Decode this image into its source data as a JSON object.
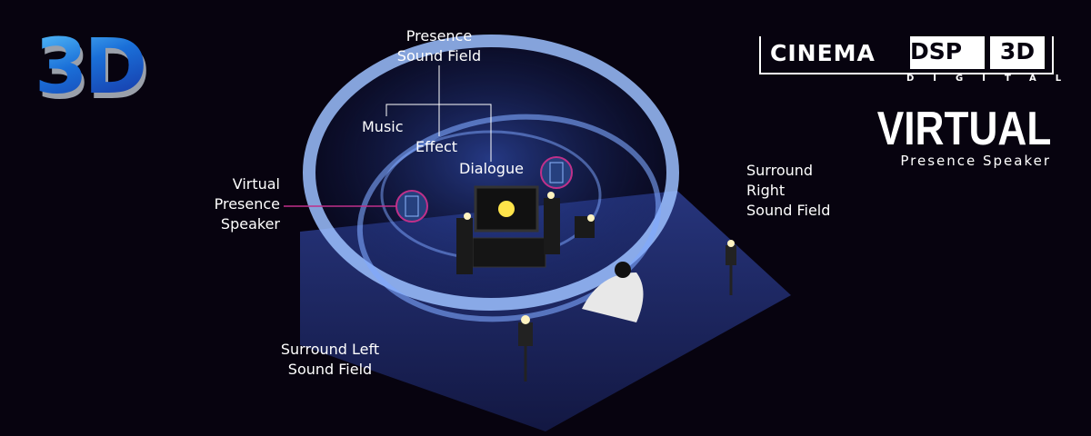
{
  "logos": {
    "three_d": "3D",
    "cinema_dsp": {
      "cinema": "CINEMA",
      "dsp": "DSP",
      "three_d": "3D",
      "digital": "DIGITAL"
    },
    "virtual": {
      "title": "VIRTUAL",
      "subtitle": "Presence Speaker"
    }
  },
  "labels": {
    "presence_sound_field": [
      "Presence",
      "Sound Field"
    ],
    "music": "Music",
    "effect": "Effect",
    "dialogue": "Dialogue",
    "virtual_presence_speaker": [
      "Virtual",
      "Presence",
      "Speaker"
    ],
    "surround_right": [
      "Surround",
      "Right",
      "Sound Field"
    ],
    "surround_left": [
      "Surround Left",
      "Sound Field"
    ]
  },
  "colors": {
    "background": "#07030f",
    "ring": "#8fb6ff",
    "floor": "#1e2a63",
    "callout": "#c0308a"
  }
}
